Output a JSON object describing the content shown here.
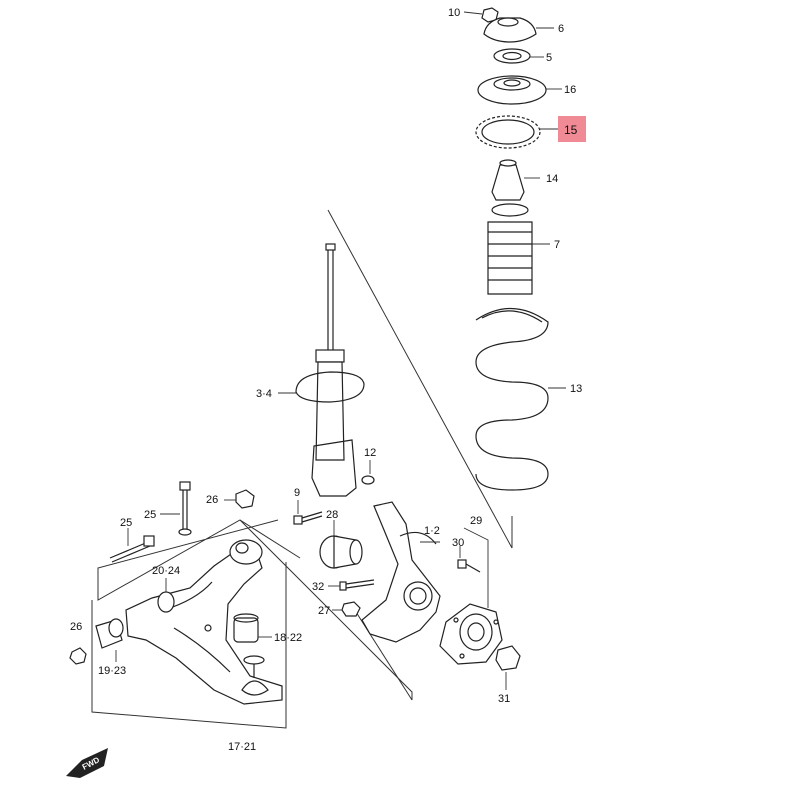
{
  "labels": {
    "p10": "10",
    "p6": "6",
    "p5": "5",
    "p16": "16",
    "p15": "15",
    "p14": "14",
    "p7": "7",
    "p13": "13",
    "p34": "3·4",
    "p12": "12",
    "p9": "9",
    "p28": "28",
    "p12b": "1·2",
    "p29": "29",
    "p30": "30",
    "p32": "32",
    "p27": "27",
    "p31": "31",
    "p25a": "25",
    "p25b": "25",
    "p26a": "26",
    "p26b": "26",
    "p2024": "20·24",
    "p1822": "18·22",
    "p1923": "19·23",
    "p1721": "17·21",
    "fwd": "FWD"
  },
  "colors": {
    "highlight": "#f08a94",
    "line": "#222222"
  },
  "icons": {
    "forward-arrow": "fwd-arrow-icon"
  }
}
